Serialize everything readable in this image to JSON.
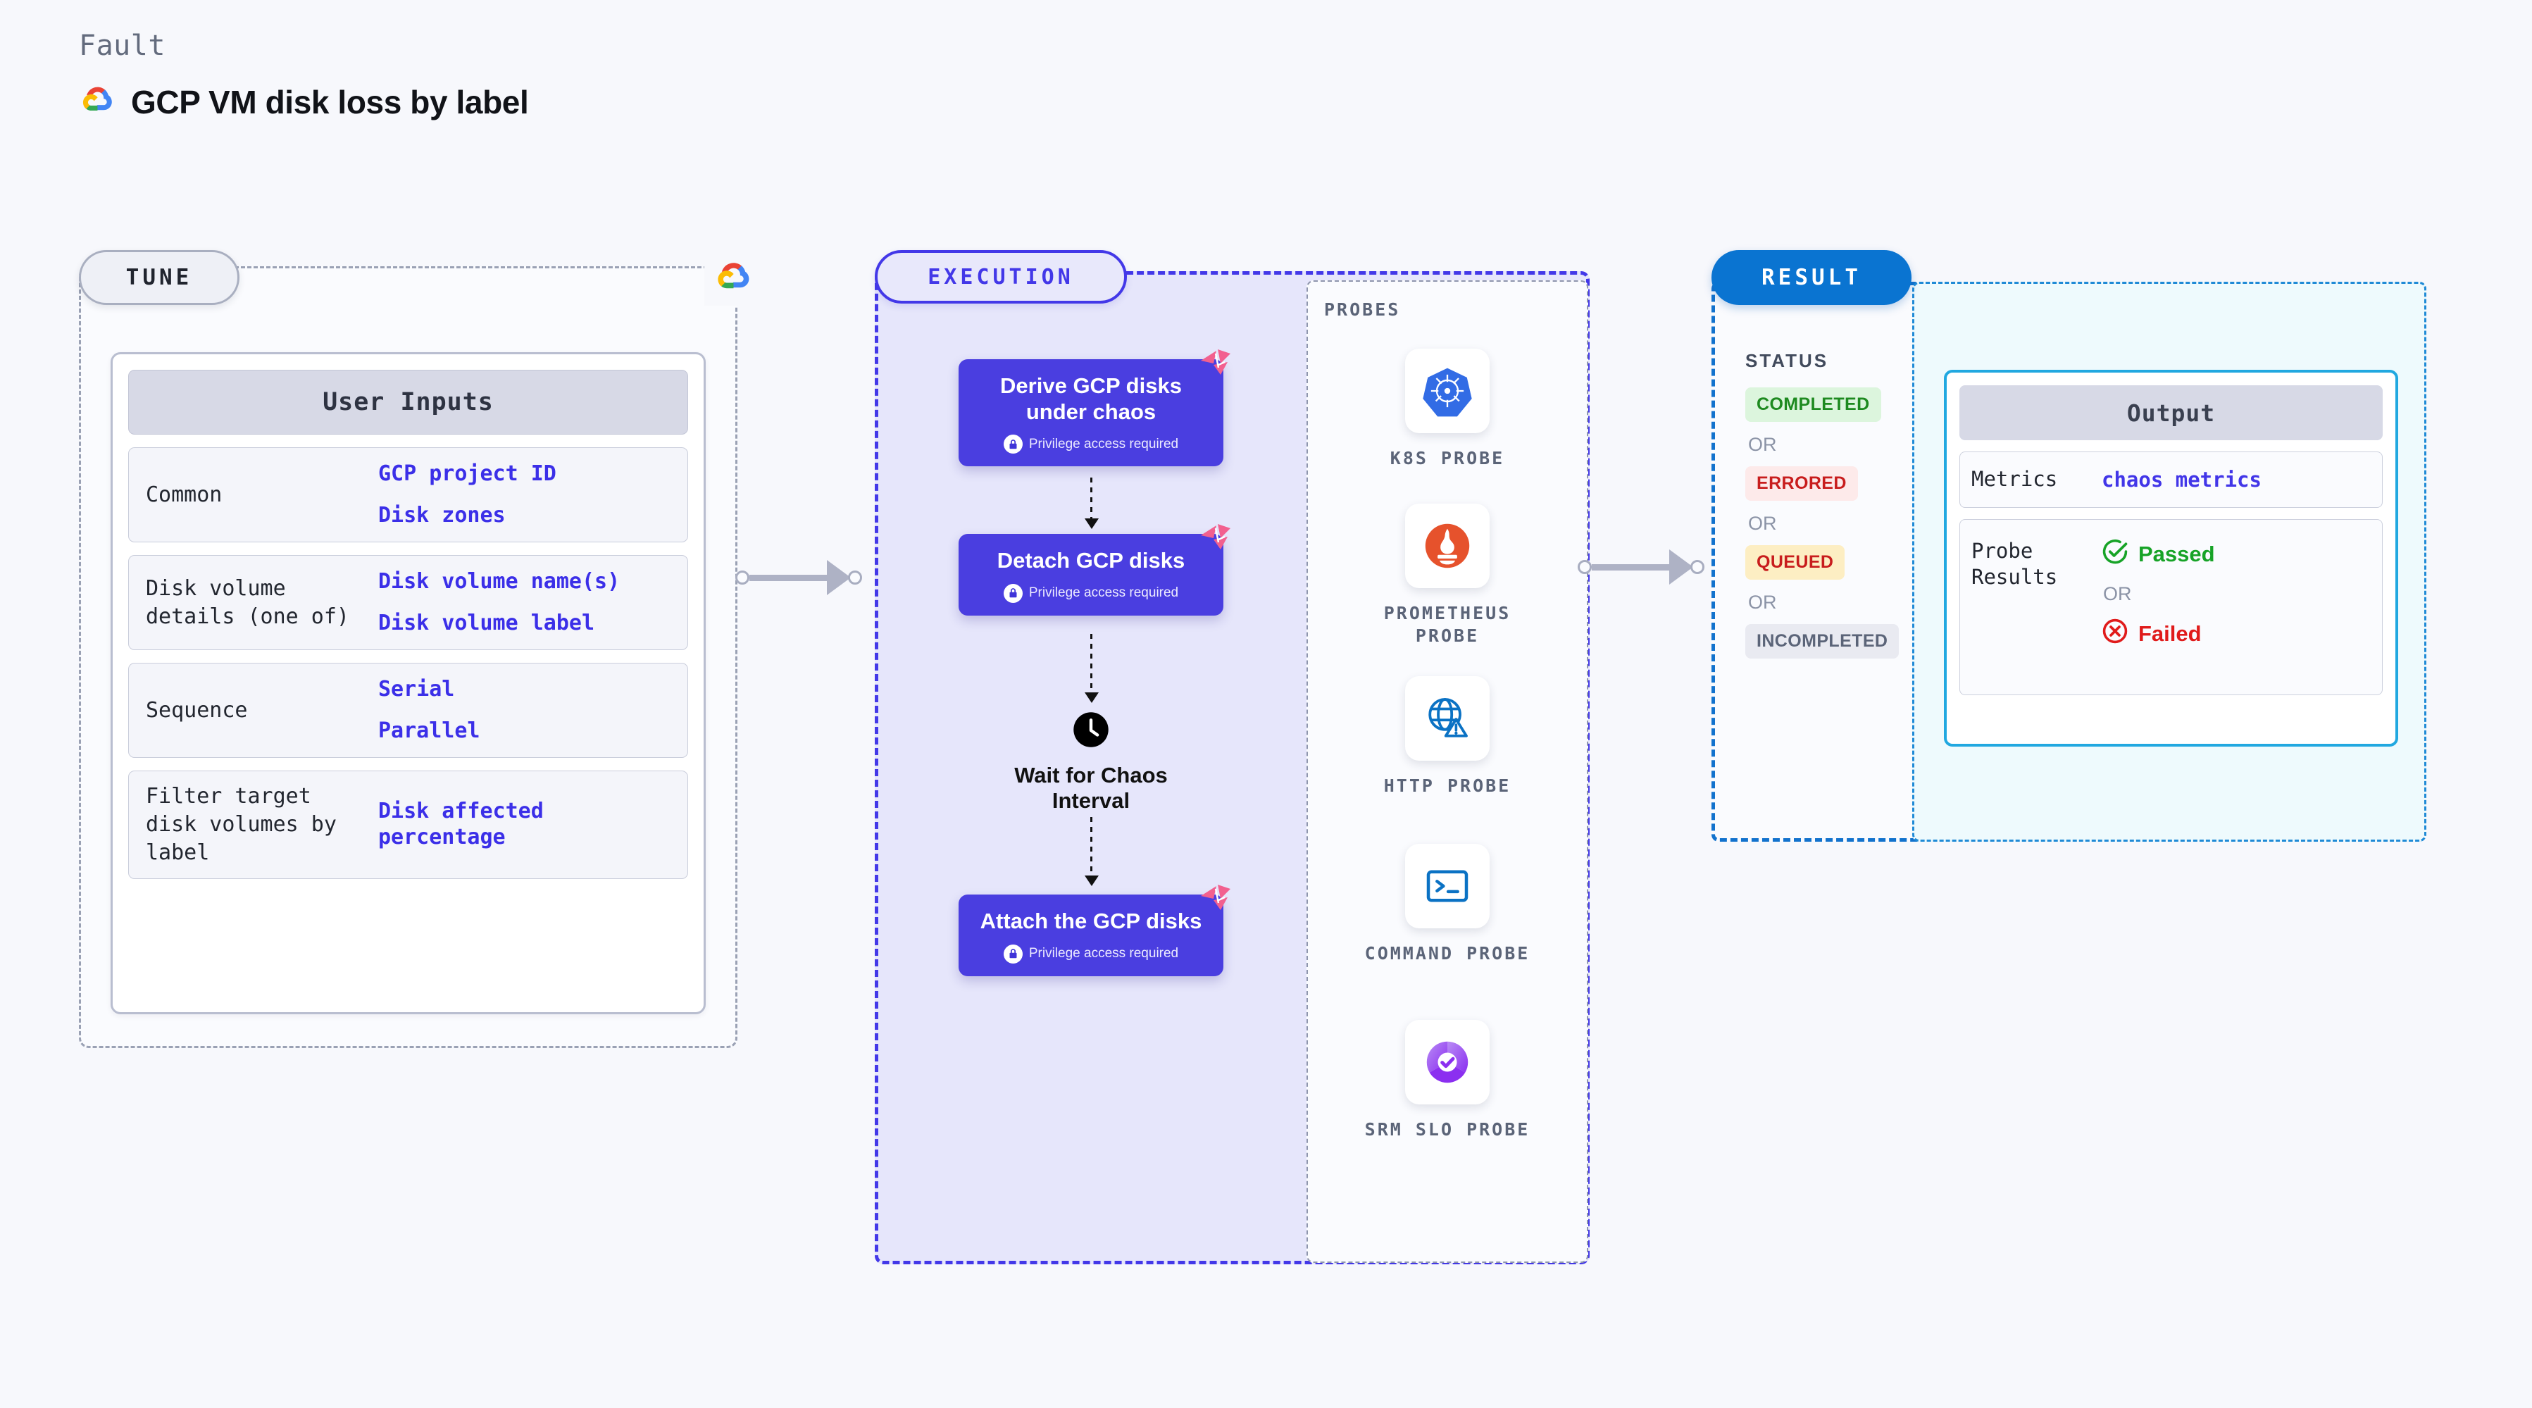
{
  "header": {
    "kicker": "Fault",
    "title": "GCP VM disk loss by label",
    "logo_icon": "gcp-logo-icon"
  },
  "tune": {
    "badge": "TUNE",
    "corner_icon": "gcp-logo-icon",
    "card_title": "User Inputs",
    "rows": [
      {
        "key": "Common",
        "values": [
          "GCP project ID",
          "Disk zones"
        ]
      },
      {
        "key": "Disk volume details (one of)",
        "values": [
          "Disk volume name(s)",
          "Disk volume label"
        ]
      },
      {
        "key": "Sequence",
        "values": [
          "Serial",
          "Parallel"
        ]
      },
      {
        "key": "Filter target disk volumes by label",
        "values": [
          "Disk affected percentage"
        ]
      }
    ]
  },
  "execution": {
    "badge": "EXECUTION",
    "privilege_note": "Privilege access required",
    "steps": [
      {
        "title": "Derive GCP disks under chaos",
        "privileged": true,
        "fault_icon": "chaos-fault-icon"
      },
      {
        "title": "Detach GCP disks",
        "privileged": true,
        "fault_icon": "chaos-fault-icon"
      },
      {
        "title": "Attach the GCP disks",
        "privileged": true,
        "fault_icon": "chaos-fault-icon"
      }
    ],
    "wait_node": {
      "label": "Wait for Chaos Interval",
      "icon": "clock-icon"
    }
  },
  "probes": {
    "label": "PROBES",
    "items": [
      {
        "label": "K8S PROBE",
        "icon": "kubernetes-icon"
      },
      {
        "label": "PROMETHEUS PROBE",
        "icon": "prometheus-icon"
      },
      {
        "label": "HTTP PROBE",
        "icon": "globe-warning-icon"
      },
      {
        "label": "COMMAND PROBE",
        "icon": "terminal-icon"
      },
      {
        "label": "SRM SLO PROBE",
        "icon": "srm-slo-icon"
      }
    ]
  },
  "result": {
    "badge": "RESULT",
    "status_label": "STATUS",
    "or_text": "OR",
    "statuses": [
      {
        "text": "COMPLETED",
        "bg": "#dcf5dd",
        "color": "#1e8a20"
      },
      {
        "text": "ERRORED",
        "bg": "#fdeaea",
        "color": "#c81d1d"
      },
      {
        "text": "QUEUED",
        "bg": "#fdeec3",
        "color": "#c81d1d"
      },
      {
        "text": "INCOMPLETED",
        "bg": "#e9eaf1",
        "color": "#5b6478"
      }
    ],
    "output": {
      "title": "Output",
      "metrics_key": "Metrics",
      "metrics_value": "chaos metrics",
      "probe_results_key": "Probe Results",
      "passed": {
        "text": "Passed",
        "color": "#17a327",
        "icon": "check-circle-icon"
      },
      "failed": {
        "text": "Failed",
        "color": "#e01b1b",
        "icon": "x-circle-icon"
      }
    }
  },
  "colors": {
    "indigo": "#4338e8",
    "result_blue": "#0a74d1",
    "accent_pink": "#f2608f"
  }
}
